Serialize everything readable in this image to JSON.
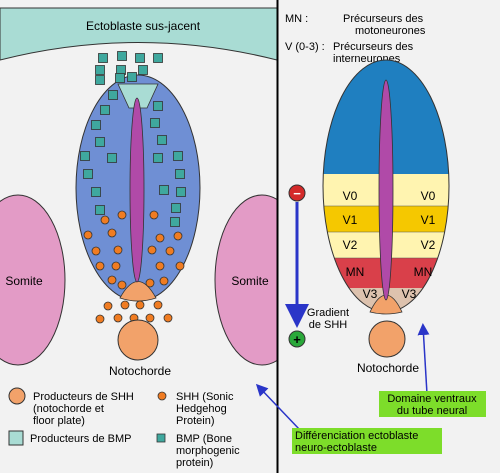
{
  "left": {
    "ectoderm_label": "Ectoblaste sus-jacent",
    "somite_left_label": "Somite",
    "somite_right_label": "Somite",
    "notochord_label": "Notochorde"
  },
  "right": {
    "legend": [
      {
        "abbr": "MN :",
        "lines": [
          "Précurseurs des",
          "motoneurones"
        ]
      },
      {
        "abbr": "V (0-3) :",
        "lines": [
          "Précurseurs des",
          "interneurones"
        ]
      }
    ],
    "tube_labels": {
      "v0": "V0",
      "v1": "V1",
      "v2": "V2",
      "mn": "MN",
      "v3": "V3"
    },
    "gradient_lines": [
      "Gradient",
      "de SHH"
    ],
    "notochord_label": "Notochorde",
    "minus_sign": "−",
    "plus_sign": "+"
  },
  "legend": {
    "shh_producers": [
      "Producteurs de SHH",
      "(notochorde et",
      "floor plate)"
    ],
    "shh": [
      "SHH (Sonic",
      "Hedgehog",
      "Protein)"
    ],
    "bmp_producers": [
      "Producteurs de BMP"
    ],
    "bmp": [
      "BMP (Bone",
      "morphogenic",
      "protein)"
    ]
  },
  "callouts": {
    "ventral_domains": [
      "Domaine ventraux",
      "du tube neural"
    ],
    "differentiation": [
      "Différenciation ectoblaste",
      "neuro-ectoblaste"
    ]
  },
  "colors": {
    "ectoderm": "#a9dcd4",
    "neural_tube": "#6f8fd4",
    "floor_lumen": "#b04aa8",
    "somite": "#e39bc6",
    "notochord": "#f2a26a",
    "shh_dot": "#f07c22",
    "bmp_square": "#3fa89e",
    "roof_blue": "#1f7fc0",
    "v0": "#fff4b0",
    "v1": "#f5c800",
    "v2": "#fff4b0",
    "mn": "#d9404a",
    "v3": "#ddc2ae",
    "arrow_blue": "#2a35c8",
    "highlight": "#7ddd2a",
    "minus_red": "#d42a2a",
    "plus_green": "#2aa83a"
  }
}
